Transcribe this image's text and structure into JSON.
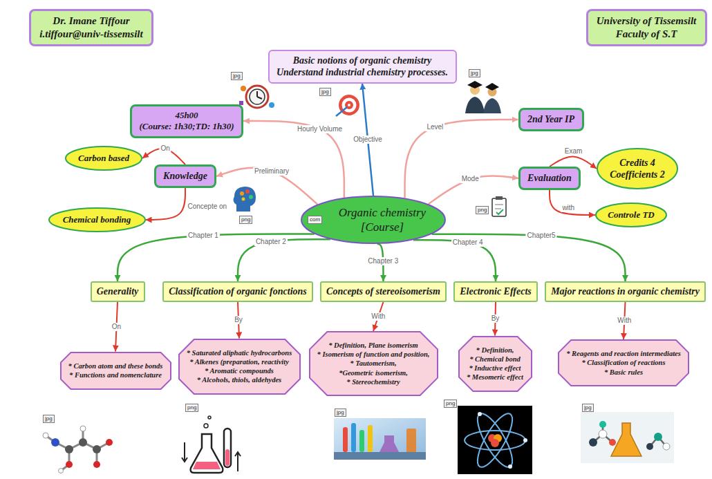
{
  "diagram": {
    "nodes": [
      {
        "text": [
          "Dr. Imane Tiffour",
          "i.tiffour@univ-tissemsilt"
        ]
      },
      {
        "text": [
          "University of Tissemsilt",
          "Faculty of S.T"
        ]
      },
      {
        "text": [
          "Basic notions of organic chemistry",
          "Understand industrial chemistry processes."
        ]
      },
      {
        "text": [
          "45h00",
          "(Course: 1h30;TD: 1h30)"
        ]
      },
      {
        "text": [
          "2nd Year IP"
        ]
      },
      {
        "text": [
          "Carbon based"
        ]
      },
      {
        "text": [
          "Knowledge"
        ]
      },
      {
        "text": [
          "Credits 4",
          "Coefficients 2"
        ]
      },
      {
        "text": [
          "Evaluation"
        ]
      },
      {
        "text": [
          "Organic chemistry [Course]"
        ]
      },
      {
        "text": [
          "Chemical bonding"
        ]
      },
      {
        "text": [
          "Controle TD"
        ]
      },
      {
        "text": [
          "Generality"
        ]
      },
      {
        "text": [
          "Classification of organic fonctions"
        ]
      },
      {
        "text": [
          "Concepts of stereoisomerism"
        ]
      },
      {
        "text": [
          "Electronic Effects"
        ]
      },
      {
        "text": [
          "Major reactions in organic chemistry"
        ]
      },
      {
        "text": [
          "* Carbon atom and these bonds",
          "* Functions and nomenclature"
        ]
      },
      {
        "text": [
          "* Saturated aliphatic hydrocarbons",
          "* Alkenes (preparation, reactivity",
          "* Aromatic compounds",
          "* Alcohols, thiols, aldehydes"
        ]
      },
      {
        "text": [
          "* Definition, Plane isomerism",
          "* Isomerism of function and position,",
          "* Tautomerism,",
          "*Geometric isomerism,",
          "* Stereochemistry"
        ]
      },
      {
        "text": [
          "* Definition,",
          "* Chemical bond",
          "* Inductive effect",
          "* Mesomeric effect"
        ]
      },
      {
        "text": [
          "* Reagents and reaction intermediates",
          "* Classification of reactions",
          "* Basic rules"
        ]
      }
    ],
    "edges": [
      {
        "from": 9,
        "to": 3,
        "label": "Hourly Volume",
        "arrow": "to"
      },
      {
        "from": 9,
        "to": 2,
        "label": "Objective",
        "arrow": "to"
      },
      {
        "from": 9,
        "to": 4,
        "label": "Level",
        "arrow": "to"
      },
      {
        "from": 9,
        "to": 6,
        "label": "Preliminary",
        "arrow": "to"
      },
      {
        "from": 9,
        "to": 8,
        "label": "Mode",
        "arrow": "to"
      },
      {
        "from": 6,
        "to": 5,
        "label": "On",
        "arrow": "to"
      },
      {
        "from": 6,
        "to": 10,
        "label": "Concepte on",
        "arrow": "to"
      },
      {
        "from": 8,
        "to": 7,
        "label": "Exam",
        "arrow": "to"
      },
      {
        "from": 8,
        "to": 11,
        "label": "with",
        "arrow": "to"
      },
      {
        "from": 9,
        "to": 12,
        "label": "Chapter 1",
        "arrow": "to"
      },
      {
        "from": 9,
        "to": 13,
        "label": "Chapter 2",
        "arrow": "to"
      },
      {
        "from": 9,
        "to": 14,
        "label": "Chapter 3",
        "arrow": "to"
      },
      {
        "from": 9,
        "to": 15,
        "label": "Chapter 4",
        "arrow": "to"
      },
      {
        "from": 9,
        "to": 16,
        "label": "Chapter5",
        "arrow": "to"
      },
      {
        "from": 12,
        "to": 17,
        "label": "On",
        "arrow": "to"
      },
      {
        "from": 13,
        "to": 18,
        "label": "By",
        "arrow": "to"
      },
      {
        "from": 14,
        "to": 19,
        "label": "With",
        "arrow": "to"
      },
      {
        "from": 15,
        "to": 20,
        "label": "By",
        "arrow": "to"
      },
      {
        "from": 16,
        "to": 21,
        "label": "With",
        "arrow": "to"
      }
    ],
    "labels": [
      "jpg",
      "jpg",
      "jpg",
      "png",
      "png",
      "com",
      "jpg",
      "png",
      "jpg",
      "png",
      "jpg"
    ]
  }
}
